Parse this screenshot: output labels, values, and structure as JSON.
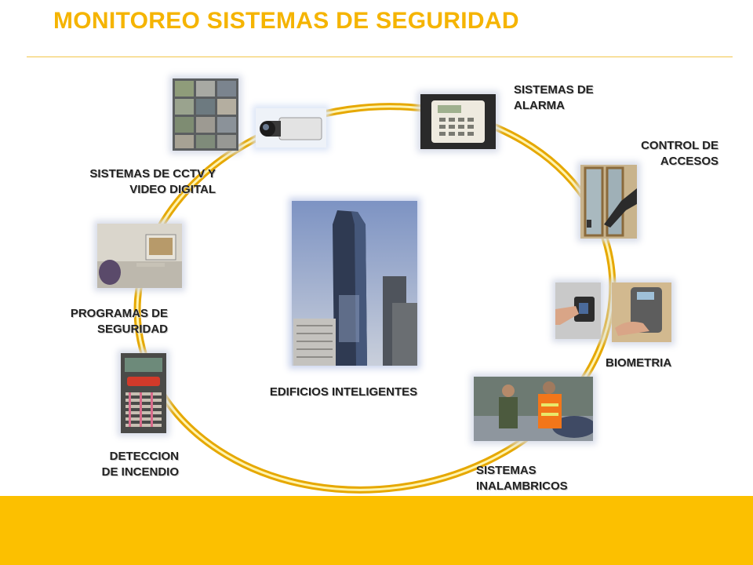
{
  "title": "MONITOREO  SISTEMAS DE SEGURIDAD",
  "colors": {
    "title": "#f5b400",
    "ring": "#f3c012",
    "footer": "#fcc000",
    "label": "#222222"
  },
  "center": {
    "label": "EDIFICIOS INTELIGENTES",
    "icon": "skyscraper-photo"
  },
  "nodes": {
    "cctv": {
      "lines": [
        "SISTEMAS DE CCTV Y",
        "VIDEO DIGITAL"
      ],
      "icons": [
        "cctv-monitor-photo",
        "security-camera-icon"
      ]
    },
    "alarm": {
      "lines": [
        "SISTEMAS DE",
        "ALARMA"
      ],
      "icon": "alarm-keypad-icon"
    },
    "access": {
      "lines": [
        "CONTROL DE",
        "ACCESOS"
      ],
      "icon": "door-access-photo"
    },
    "biometric": {
      "lines": [
        "BIOMETRIA"
      ],
      "icons": [
        "fingerprint-reader-photo",
        "hand-scanner-photo"
      ]
    },
    "wireless": {
      "lines": [
        "SISTEMAS",
        "INALAMBRICOS"
      ],
      "icon": "security-guards-photo"
    },
    "fire": {
      "lines": [
        "DETECCION",
        "DE INCENDIO"
      ],
      "icon": "fire-panel-photo"
    },
    "software": {
      "lines": [
        "PROGRAMAS DE",
        "SEGURIDAD"
      ],
      "icon": "office-workstation-photo"
    }
  }
}
